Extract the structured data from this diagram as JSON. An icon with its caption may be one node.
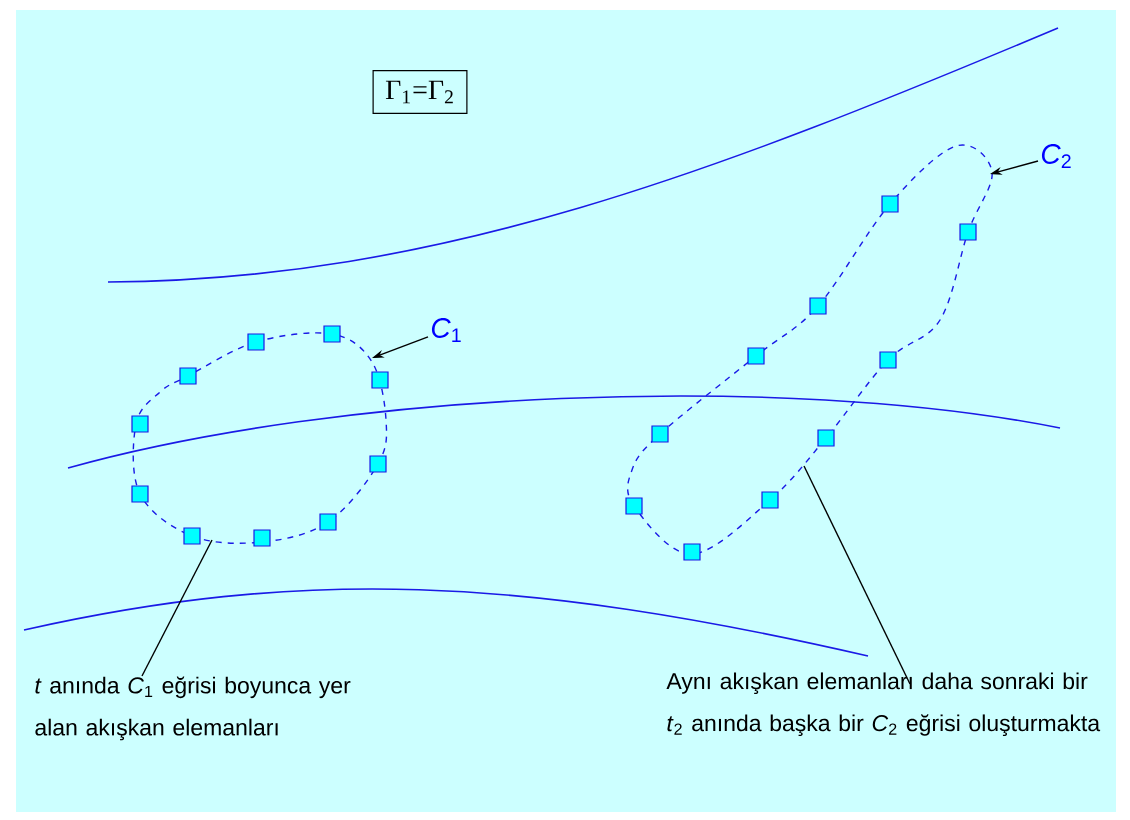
{
  "diagram": {
    "nodes": [
      {
        "text": [
          "Γ$_{1}$=Γ$_{2}$"
        ]
      },
      {
        "text": [
          "*C*$_{1}$"
        ]
      },
      {
        "text": [
          "*C*$_{2}$"
        ]
      },
      {
        "text": [],
        "shape": "curve"
      },
      {
        "text": [],
        "shape": "curve"
      },
      {
        "text": [
          "*t* anında *C*$_{1}$ eğrisi boyunca yer alan akışkan elemanları"
        ]
      },
      {
        "text": [
          "Aynı akışkan elemanları daha sonraki bir *t*$_{2}$ anında başka bir *C*$_{2}$ eğrisi oluşturmakta"
        ]
      }
    ],
    "edges": [
      {
        "from": 1,
        "to": 3,
        "arrow": "to"
      },
      {
        "from": 2,
        "to": 4,
        "arrow": "to"
      },
      {
        "from": 5,
        "to": 3,
        "arrow": "none"
      },
      {
        "from": 6,
        "to": 4,
        "arrow": "none"
      }
    ]
  }
}
